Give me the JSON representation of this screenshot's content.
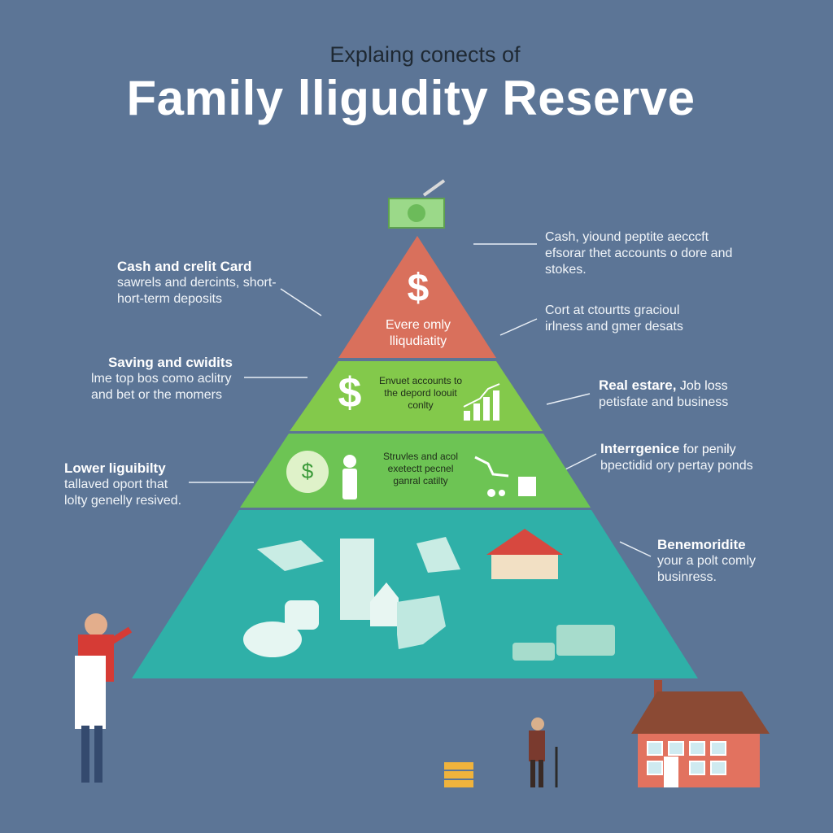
{
  "header": {
    "subtitle": "Explaing conects of",
    "title": "Family lligudity Reserve"
  },
  "pyramid": {
    "tier1": {
      "symbol": "$",
      "text": "Evere omly lliqudiatity"
    },
    "tier2": {
      "symbol": "$",
      "text": "Envuet accounts to the depord loouit conlty"
    },
    "tier3": {
      "symbol": "$",
      "text": "Struvles and acol exetectt pecnel ganral catilty"
    }
  },
  "left_labels": [
    {
      "heading": "Cash and crelit Card",
      "body": "sawrels and dercints, short-hort-term deposits"
    },
    {
      "heading": "Saving and cwidits",
      "body": "lme top bos como aclitry and bet or the momers"
    },
    {
      "heading": "Lower liguibilty",
      "body": "tallaved oport that lolty genelly resived."
    }
  ],
  "right_labels": [
    {
      "body": "Cash, yiound peptite aecccft efsorar thet accounts o dore and stokes."
    },
    {
      "body": "Cort at ctourtts gracioul irlness and gmer desats"
    },
    {
      "heading": "Real estare,",
      "heading_rest": " Job loss",
      "body": "petisfate and business"
    },
    {
      "heading": "Interrgenice",
      "heading_rest": " for penily",
      "body": "bpectidid ory pertay ponds"
    },
    {
      "heading": "Benemoridite",
      "body": "your a polt comly businress."
    }
  ],
  "colors": {
    "background": "#5c7596",
    "tier1": "#d9705c",
    "tier2": "#83c94b",
    "tier3": "#6dc454",
    "tier4": "#2fb0a8"
  }
}
